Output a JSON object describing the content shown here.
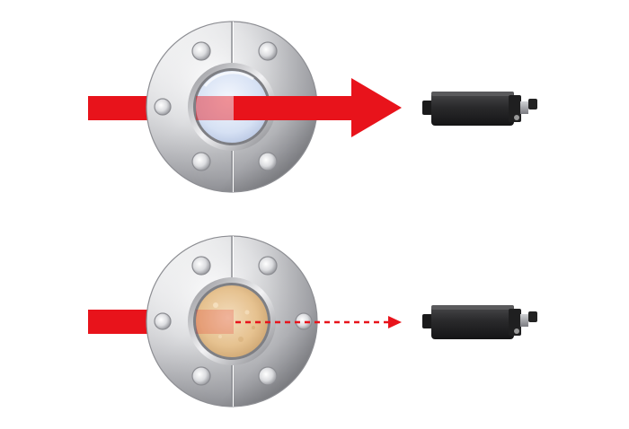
{
  "diagram": {
    "panels": [
      {
        "id": "clean",
        "window_state": "clean",
        "beam": "strong"
      },
      {
        "id": "coated",
        "window_state": "coated",
        "beam": "attenuated"
      }
    ],
    "colors": {
      "beam": "#e8131b",
      "flange_light": "#f4f4f6",
      "flange_mid": "#c8c9cd",
      "flange_dark": "#8f9095",
      "window_clean": "#dfe8f7",
      "window_coated": "#e8c597",
      "sensor_body": "#2a2a2a",
      "background": "#ffffff"
    },
    "icons": [
      "flange-icon",
      "viewport-window-icon",
      "laser-beam-icon",
      "sensor-icon"
    ]
  }
}
